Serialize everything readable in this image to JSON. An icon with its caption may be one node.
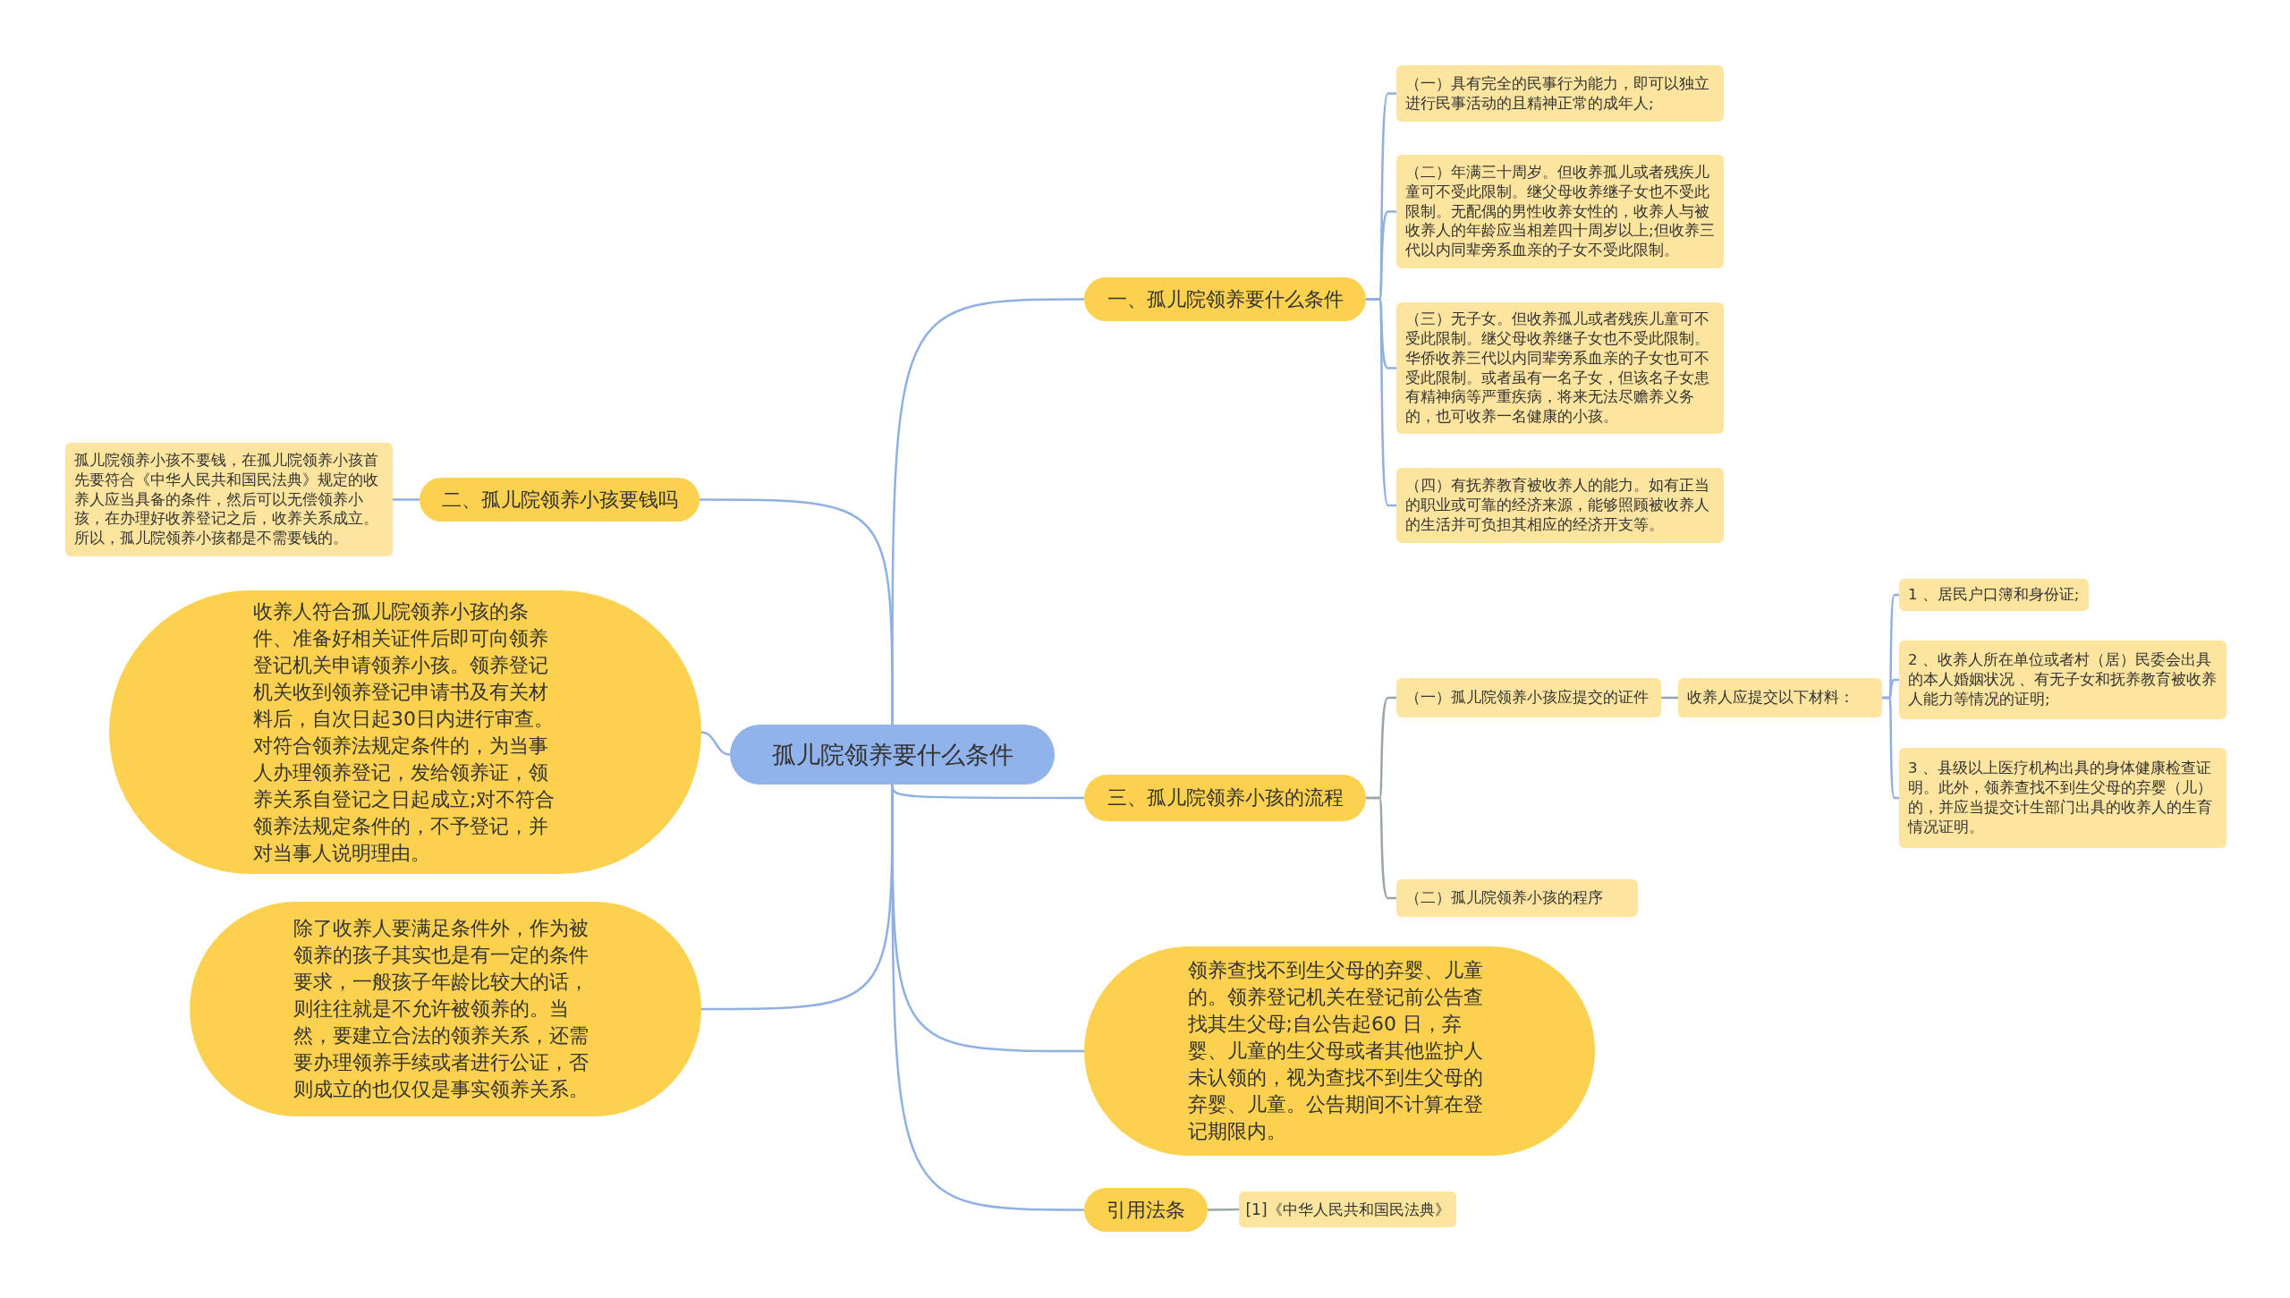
{
  "diagram": {
    "nodes": [
      {
        "text": [
          "孤儿院领养要什么条件"
        ]
      },
      {
        "text": [
          "一、孤儿院领养要什么条件"
        ]
      },
      {
        "text": [
          "（一）具有完全的民事行为能力，即可以独立进行民事活动的且精神正常的成年人;"
        ]
      },
      {
        "text": [
          "（二）年满三十周岁。但收养孤儿或者残疾儿童可不受此限制。继父母收养继子女也不受此限制。无配偶的男性收养女性的，收养人与被收养人的年龄应当相差四十周岁以上;但收养三代以内同辈旁系血亲的子女不受此限制。"
        ]
      },
      {
        "text": [
          "（三）无子女。但收养孤儿或者残疾儿童可不受此限制。继父母收养继子女也不受此限制。华侨收养三代以内同辈旁系血亲的子女也可不受此限制。或者虽有一名子女，但该名子女患有精神病等严重疾病，将来无法尽赡养义务的，也可收养一名健康的小孩。"
        ]
      },
      {
        "text": [
          "（四）有抚养教育被收养人的能力。如有正当的职业或可靠的经济来源，能够照顾被收养人的生活并可负担其相应的经济开支等。"
        ]
      },
      {
        "text": [
          "二、孤儿院领养小孩要钱吗"
        ]
      },
      {
        "text": [
          "孤儿院领养小孩不要钱，在孤儿院领养小孩首先要符合《中华人民共和国民法典》规定的收养人应当具备的条件，然后可以无偿领养小孩，在办理好收养登记之后，收养关系成立。所以，孤儿院领养小孩都是不需要钱的。"
        ]
      },
      {
        "text": [
          "收养人符合孤儿院领养小孩的条件、准备好相关证件后即可向领养登记机关申请领养小孩。领养登记机关收到领养登记申请书及有关材料后，自次日起30日内进行审查。对符合领养法规定条件的，为当事人办理领养登记，发给领养证，领养关系自登记之日起成立;对不符合领养法规定条件的，不予登记，并对当事人说明理由。"
        ]
      },
      {
        "text": [
          "除了收养人要满足条件外，作为被领养的孩子其实也是有一定的条件要求，一般孩子年龄比较大的话，则往往就是不允许被领养的。当然，要建立合法的领养关系，还需要办理领养手续或者进行公证，否则成立的也仅仅是事实领养关系。"
        ]
      },
      {
        "text": [
          "三、孤儿院领养小孩的流程"
        ]
      },
      {
        "text": [
          "（一）孤儿院领养小孩应提交的证件"
        ]
      },
      {
        "text": [
          "收养人应提交以下材料："
        ]
      },
      {
        "text": [
          "1 、居民户口簿和身份证;"
        ]
      },
      {
        "text": [
          "2 、收养人所在单位或者村（居）民委会出具的本人婚姻状况 、有无子女和抚养教育被收养人能力等情况的证明;"
        ]
      },
      {
        "text": [
          "3 、县级以上医疗机构出具的身体健康检查证明。此外，领养查找不到生父母的弃婴（儿）的，并应当提交计生部门出具的收养人的生育情况证明。"
        ]
      },
      {
        "text": [
          "（二）孤儿院领养小孩的程序"
        ]
      },
      {
        "text": [
          "领养查找不到生父母的弃婴、儿童的。领养登记机关在登记前公告查找其生父母;自公告起60 日，弃婴、儿童的生父母或者其他监护人未认领的，视为查找不到生父母的弃婴、儿童。公告期间不计算在登记期限内。"
        ]
      },
      {
        "text": [
          "引用法条"
        ]
      },
      {
        "text": [
          "[1]《中华人民共和国民法典》"
        ]
      }
    ],
    "edges": [
      {
        "from": 0,
        "to": 1,
        "arrow": "none"
      },
      {
        "from": 0,
        "to": 6,
        "arrow": "none"
      },
      {
        "from": 0,
        "to": 8,
        "arrow": "none"
      },
      {
        "from": 0,
        "to": 9,
        "arrow": "none"
      },
      {
        "from": 0,
        "to": 10,
        "arrow": "none"
      },
      {
        "from": 0,
        "to": 17,
        "arrow": "none"
      },
      {
        "from": 0,
        "to": 18,
        "arrow": "none"
      },
      {
        "from": 1,
        "to": 2,
        "arrow": "none"
      },
      {
        "from": 1,
        "to": 3,
        "arrow": "none"
      },
      {
        "from": 1,
        "to": 4,
        "arrow": "none"
      },
      {
        "from": 1,
        "to": 5,
        "arrow": "none"
      },
      {
        "from": 6,
        "to": 7,
        "arrow": "none"
      },
      {
        "from": 10,
        "to": 11,
        "arrow": "none",
        "color": "#9aa6a8"
      },
      {
        "from": 10,
        "to": 16,
        "arrow": "none",
        "color": "#9aa6a8"
      },
      {
        "from": 11,
        "to": 12,
        "arrow": "none",
        "color": "#9aa6a8"
      },
      {
        "from": 12,
        "to": 13,
        "arrow": "none"
      },
      {
        "from": 12,
        "to": 14,
        "arrow": "none"
      },
      {
        "from": 12,
        "to": 15,
        "arrow": "none"
      },
      {
        "from": 18,
        "to": 19,
        "arrow": "none",
        "color": "#9aa6a8"
      }
    ]
  }
}
